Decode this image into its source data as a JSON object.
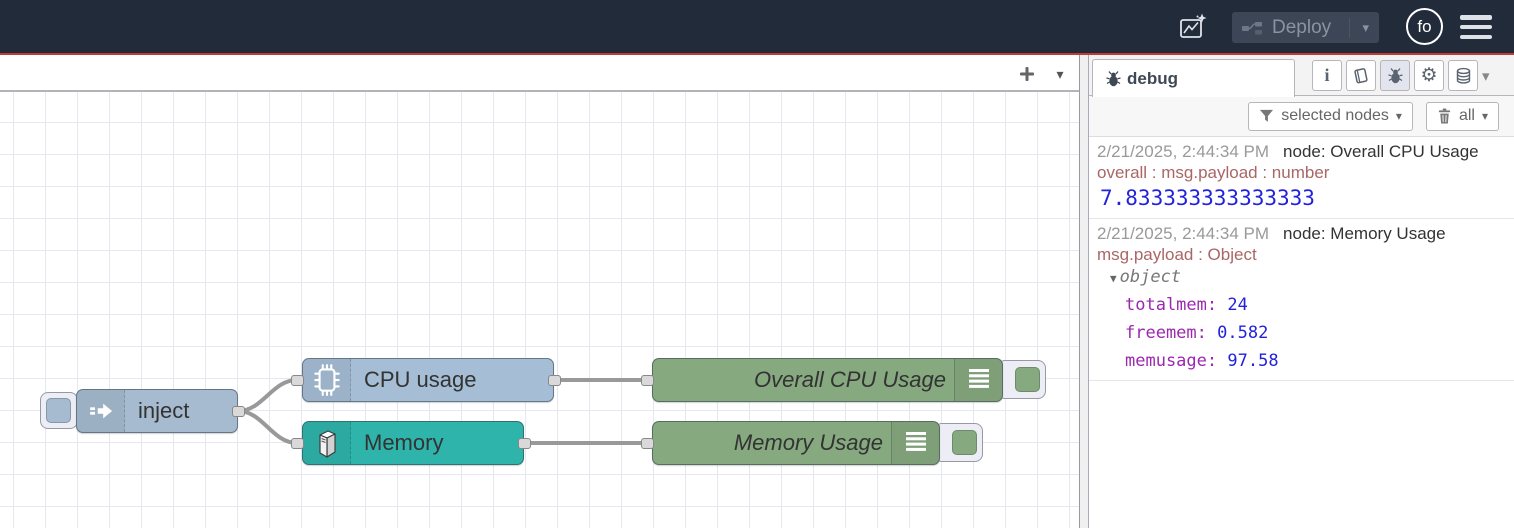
{
  "header": {
    "deploy_label": "Deploy",
    "avatar_label": "fo"
  },
  "flow": {
    "nodes": [
      {
        "label": "inject",
        "type": "inject",
        "color": "#a6bbcf"
      },
      {
        "label": "CPU usage",
        "type": "cpu",
        "color": "#a5bdd5"
      },
      {
        "label": "Memory",
        "type": "memory",
        "color": "#2fb4ac"
      },
      {
        "label": "Overall CPU Usage",
        "type": "debug",
        "color": "#87a980"
      },
      {
        "label": "Memory Usage",
        "type": "debug",
        "color": "#87a980"
      }
    ]
  },
  "sidebar": {
    "tab_label": "debug",
    "filter_button": "selected nodes",
    "clear_button": "all",
    "messages": [
      {
        "timestamp": "2/21/2025, 2:44:34 PM",
        "source": "node: Overall CPU Usage",
        "meta": "overall : msg.payload : number",
        "value": "7.833333333333333"
      },
      {
        "timestamp": "2/21/2025, 2:44:34 PM",
        "source": "node: Memory Usage",
        "meta": "msg.payload : Object",
        "object_label": "object",
        "fields": [
          {
            "key": "totalmem",
            "value": "24"
          },
          {
            "key": "freemem",
            "value": "0.582"
          },
          {
            "key": "memusage",
            "value": "97.58"
          }
        ]
      }
    ]
  },
  "colors": {
    "header_bg": "#212b3a",
    "header_accent_red": "#c23b31",
    "inject_node": "#a6bbcf",
    "cpu_node": "#a5bdd5",
    "memory_node": "#2fb4ac",
    "debug_node": "#87a980",
    "wire": "#999999",
    "grid_line": "#e7e7f1",
    "debug_value_blue": "#2222dd",
    "debug_key_purple": "#9c27b0",
    "debug_meta_red": "#aa6666"
  }
}
